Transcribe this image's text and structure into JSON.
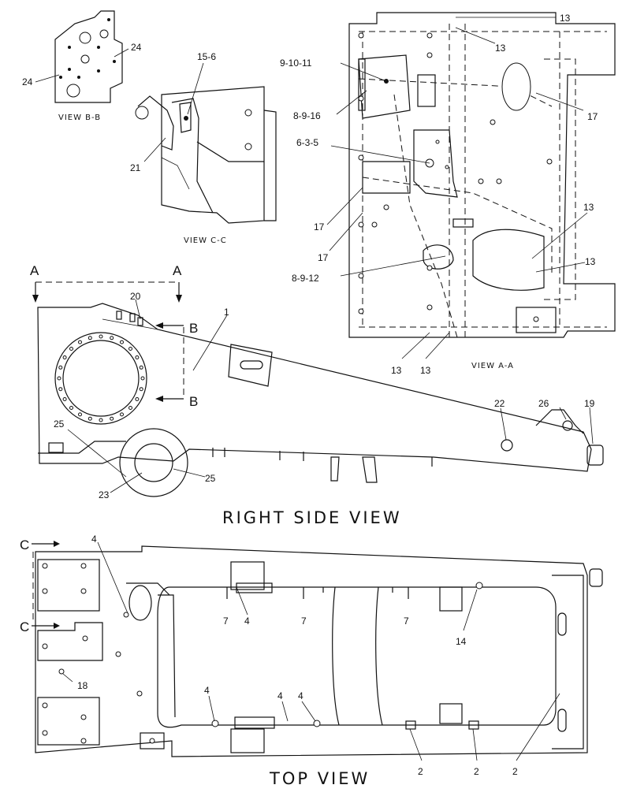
{
  "views": {
    "view_bb": "VIEW B-B",
    "view_cc": "VIEW C-C",
    "view_aa": "VIEW A-A",
    "right_side": "RIGHT SIDE VIEW",
    "top": "TOP VIEW"
  },
  "section_marks": {
    "a": "A",
    "b": "B",
    "c": "C"
  },
  "callouts": {
    "n1": "1",
    "n2": "2",
    "n4": "4",
    "n7": "7",
    "n13": "13",
    "n14": "14",
    "n17": "17",
    "n18": "18",
    "n19": "19",
    "n20": "20",
    "n21": "21",
    "n22": "22",
    "n23": "23",
    "n24": "24",
    "n25": "25",
    "n26": "26",
    "c_9_10_11": "9-10-11",
    "c_8_9_16": "8-9-16",
    "c_6_3_5": "6-3-5",
    "c_8_9_12": "8-9-12",
    "c_15_6": "15-6"
  }
}
